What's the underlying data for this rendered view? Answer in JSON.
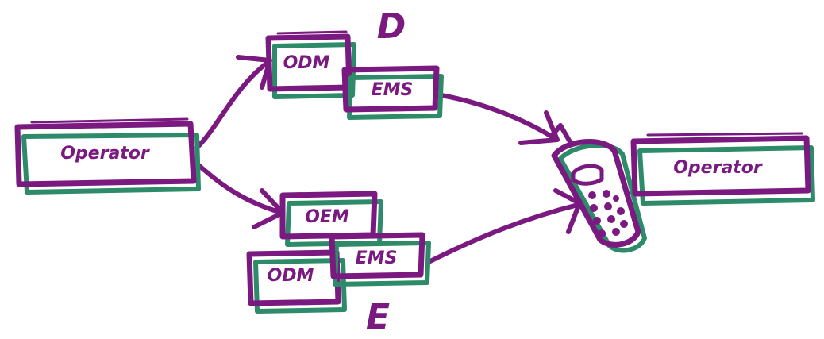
{
  "diagram": {
    "operator_left": "Operator",
    "operator_right": "Operator",
    "group_d": {
      "letter": "D",
      "odm": "ODM",
      "ems": "EMS"
    },
    "group_e": {
      "letter": "E",
      "oem": "OEM",
      "odm": "ODM",
      "ems": "EMS"
    }
  },
  "colors": {
    "purple": "#7a1a80",
    "green": "#2e8b6a",
    "background": "#ffffff"
  },
  "icons": {
    "phone": "mobile-phone-icon"
  }
}
